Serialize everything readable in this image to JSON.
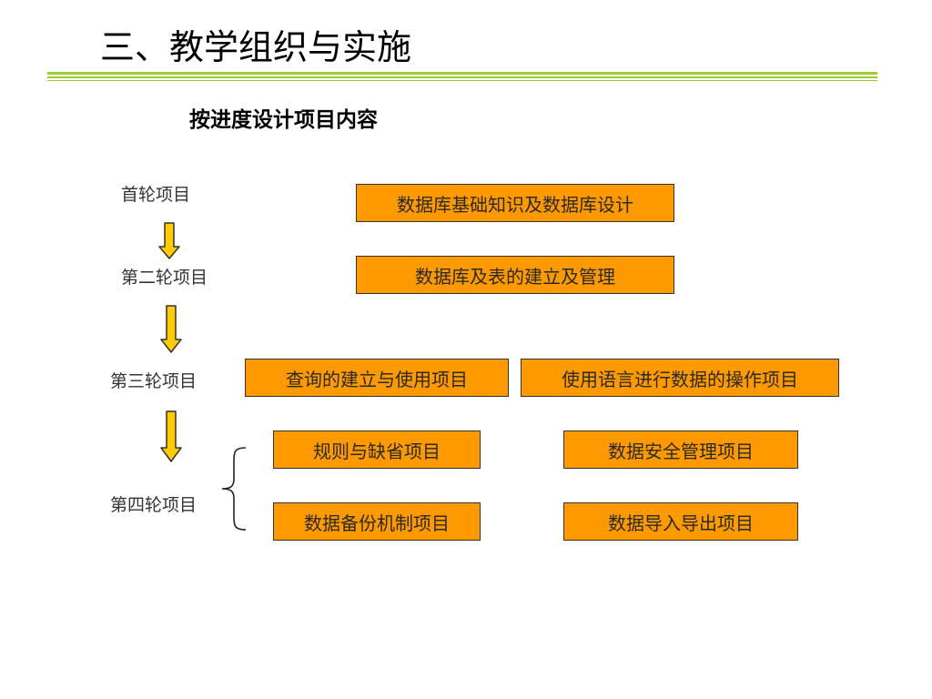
{
  "header": {
    "title": "三、教学组织与实施",
    "subtitle": "按进度设计项目内容"
  },
  "colors": {
    "accent_line": "#9acd32",
    "box_fill": "#ff9900",
    "arrow_fill": "#ffcc00"
  },
  "rounds": [
    {
      "label": "首轮项目",
      "items": [
        "数据库基础知识及数据库设计"
      ]
    },
    {
      "label": "第二轮项目",
      "items": [
        "数据库及表的建立及管理"
      ]
    },
    {
      "label": "第三轮项目",
      "items": [
        "查询的建立与使用项目",
        "使用语言进行数据的操作项目"
      ]
    },
    {
      "label": "第四轮项目",
      "items": [
        "规则与缺省项目",
        "数据安全管理项目",
        "数据备份机制项目",
        "数据导入导出项目"
      ]
    }
  ]
}
